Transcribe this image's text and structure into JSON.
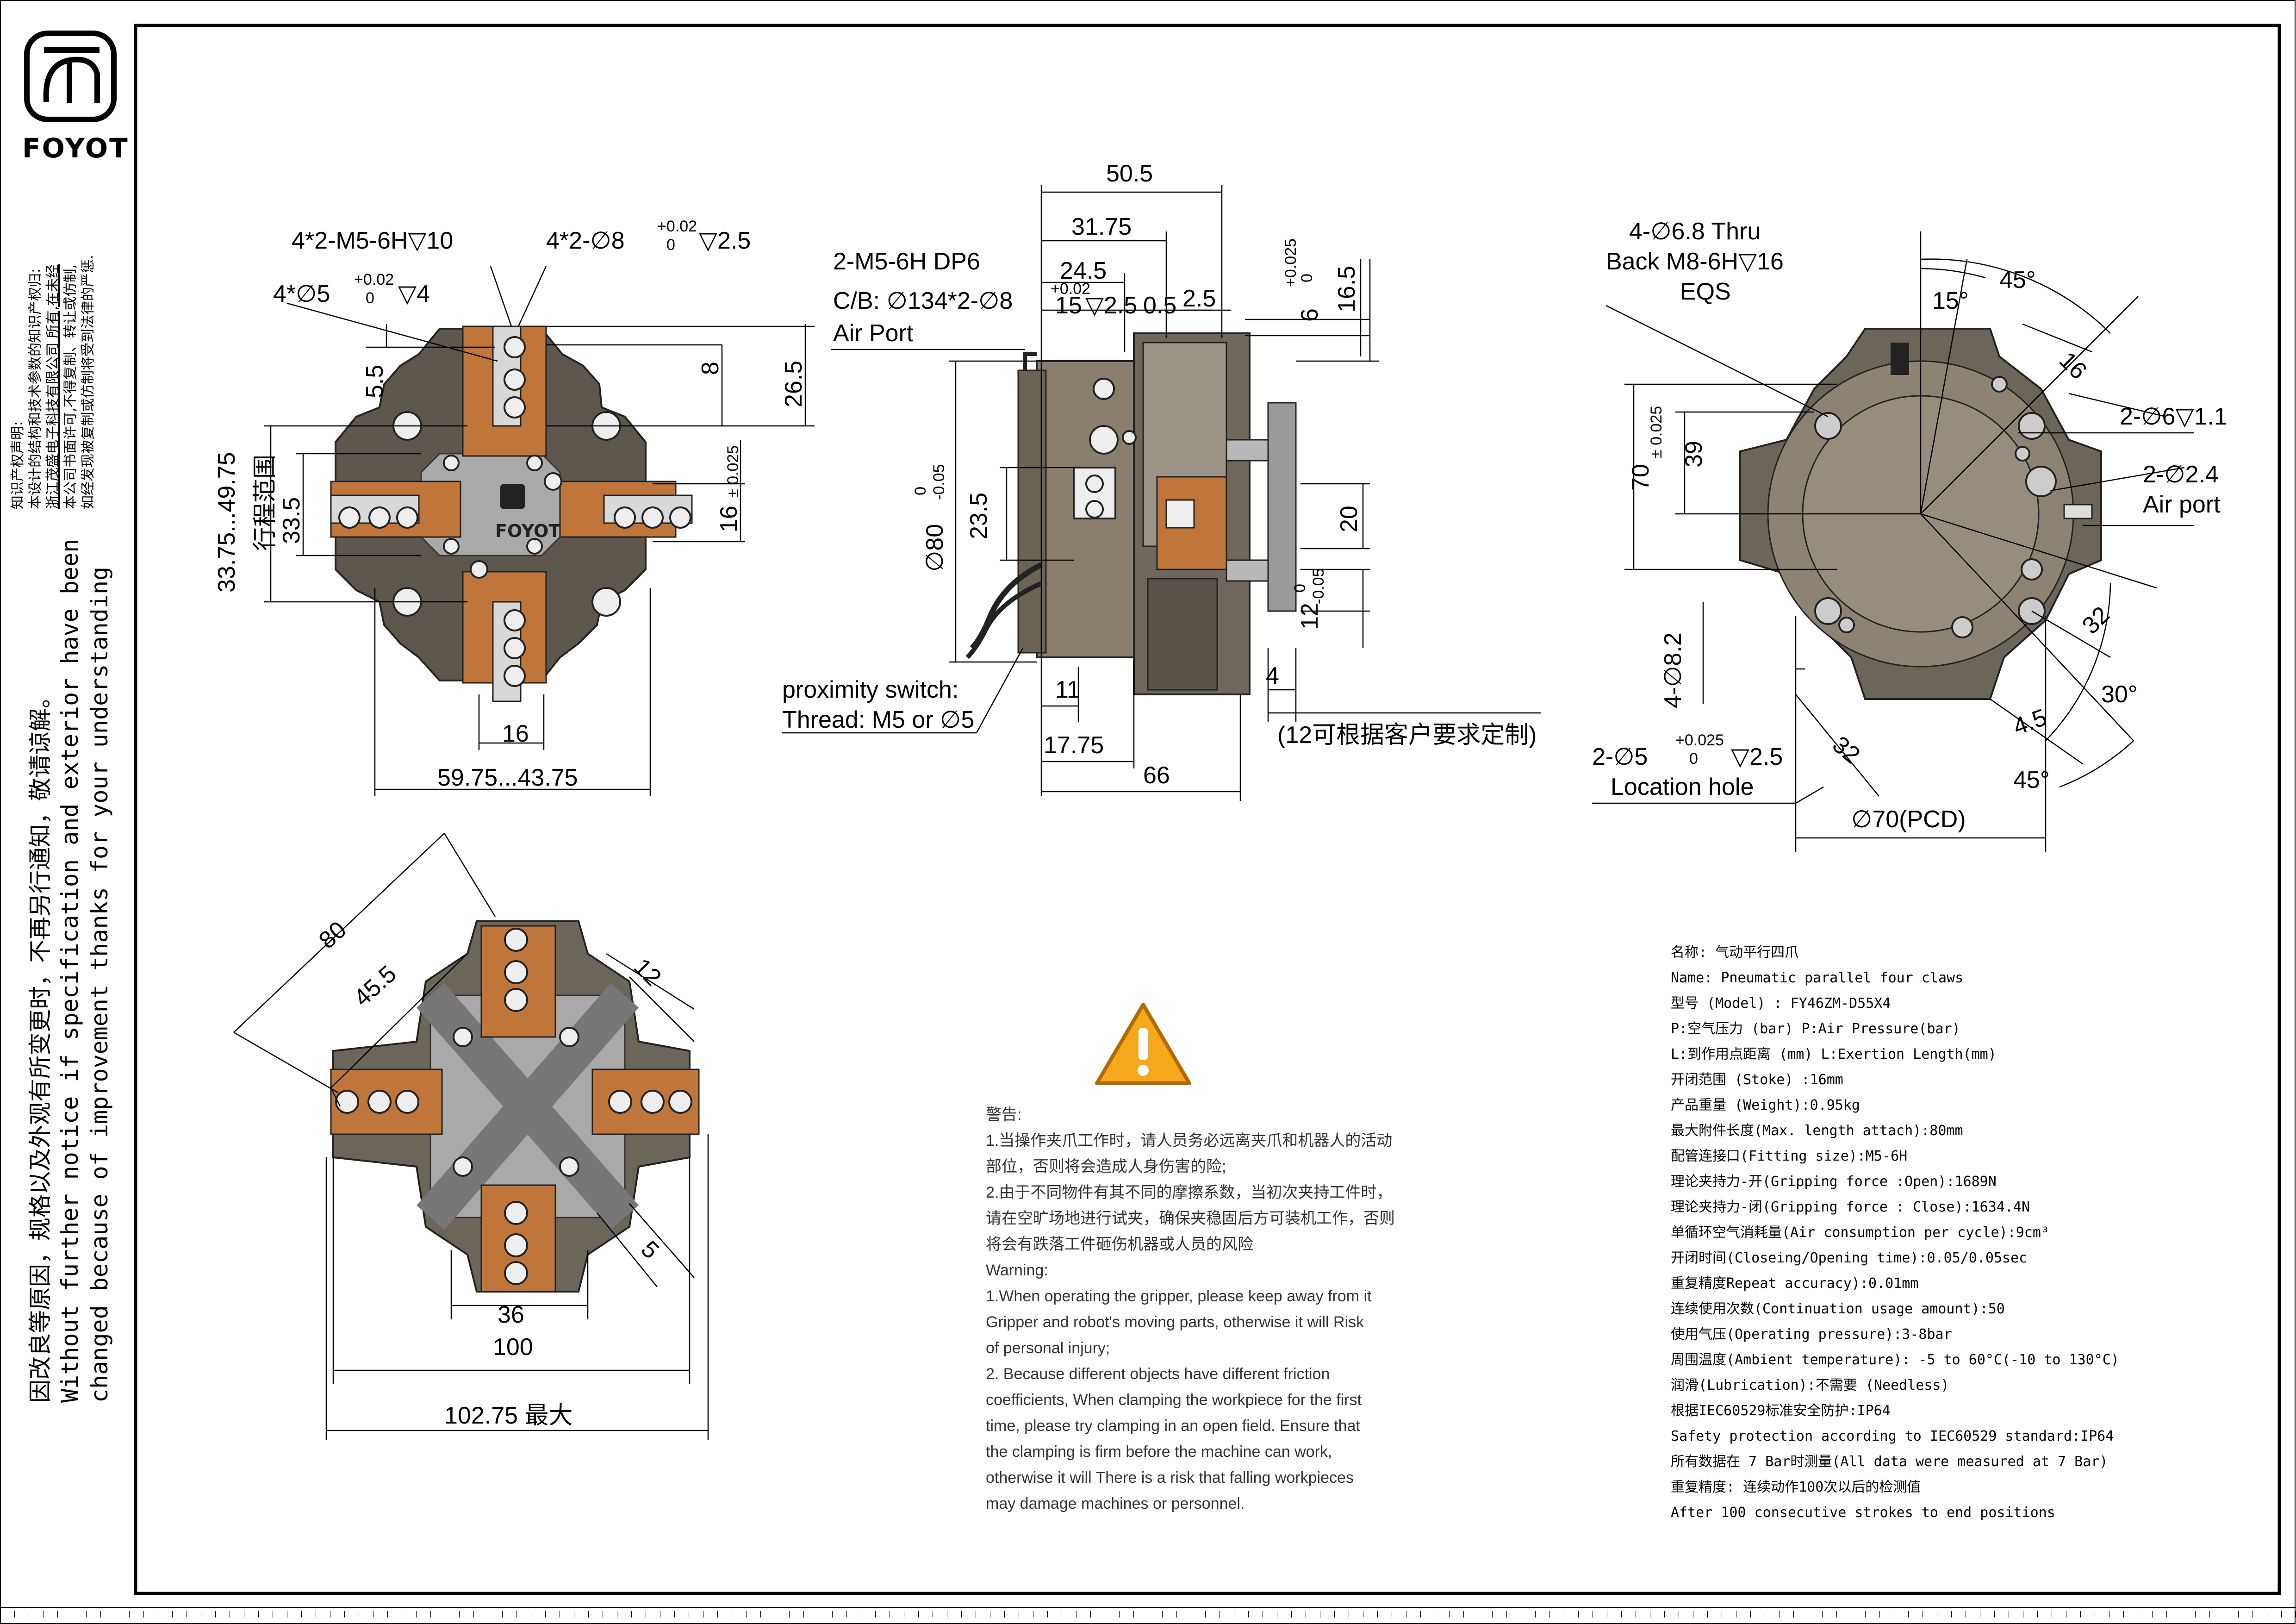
{
  "logo": {
    "brand": "FOYOT"
  },
  "side_notice": {
    "ip_statement": [
      "知识产权声明:",
      "本设计的结构和技术参数的知识产权归:",
      "浙江茂盛电子科技有限公司 所有,在未经",
      "本公司书面许可,不得复制、转让或仿制,",
      "如经发现被复制或仿制将受到法律的严惩."
    ],
    "zh": "因改良等原因，规格以及外观有所变更时，不再另行通知，敬请谅解。",
    "en_1": "Without further  notice if specification and exterior have been",
    "en_2": "changed because of improvement thanks for your understanding"
  },
  "top_view": {
    "labels": {
      "thread_spec": "4*2-M5-6H▽10",
      "pin_hole": "4*2-∅8",
      "pin_tol": "+0.02",
      "pin_tol_low": "0",
      "pin_depth": "▽2.5",
      "hole_5": "4*∅5",
      "hole_5_tol": "+0.02",
      "hole_5_tol_low": "0",
      "hole_5_depth": "▽4",
      "d_5_5": "5.5",
      "d_8": "8",
      "d_26_5": "26.5",
      "d_16_tol": "16",
      "d_16_tol_val": "± 0.025",
      "d_range": "33.75...49.75",
      "d_range_cn": "行程范围",
      "d_33_5": "33.5",
      "d_16": "16",
      "d_width": "59.75...43.75",
      "brand_mark": "FOYOT"
    }
  },
  "side_view": {
    "labels": {
      "d_50_5": "50.5",
      "d_31_75": "31.75",
      "d_24_5": "24.5",
      "d_15": "15",
      "d_15_tol": "+0.02",
      "d_15_tol_low": "0",
      "d_2_5_depth": "▽2.5",
      "d_0_5": "0.5",
      "d_2_5": "2.5",
      "d_6": "6",
      "d_6_tol": "+0.025",
      "d_6_tol_low": "0",
      "d_16_5": "16.5",
      "port_thread": "2-M5-6H DP6",
      "cb": "C/B:  ∅13",
      "cb_rest": "4*2-∅8",
      "air_port": "Air   Port",
      "d_80": "∅80",
      "d_80_tol_low": "-0.05",
      "d_80_tol_up": "0",
      "d_23_5": "23.5",
      "d_20": "20",
      "d_12": "12",
      "d_12_tol_low": "-0.05",
      "d_12_tol_up": "0",
      "d_4": "4",
      "d_11": "11",
      "d_17_75": "17.75",
      "d_66": "66",
      "prox_1": "proximity switch:",
      "prox_2": "Thread:  M5  or  ∅5",
      "custom": "(12可根据客户要求定制)"
    }
  },
  "back_view": {
    "labels": {
      "thru_1": "4-∅6.8  Thru",
      "thru_2": "Back  M8-6H▽16",
      "thru_3": "EQS",
      "a_45_top": "45°",
      "a_15": "15°",
      "d_16": "16",
      "d_70": "70",
      "d_70_tol": "± 0.025",
      "d_39": "39",
      "pin_6": "2-∅6▽1.1",
      "air_1": "2-∅2.4",
      "air_2": "Air  port",
      "d_8_2": "4-∅8.2",
      "d_32_r": "32",
      "a_30": "30°",
      "d_4_5": "4.5",
      "d_32_b": "32",
      "a_45_bot": "45°",
      "loc_1": "2-∅5",
      "loc_tol": "+0.025",
      "loc_tol_low": "0",
      "loc_depth": "▽2.5",
      "loc_2": "Location  hole",
      "pcd": "∅70(PCD)"
    }
  },
  "iso_view": {
    "labels": {
      "d_80": "80",
      "d_45_5": "45.5",
      "d_12": "12",
      "d_5": "5",
      "d_36": "36",
      "d_100": "100",
      "d_max": "102.75  最大"
    }
  },
  "warning": {
    "title_cn": "警告:",
    "cn_1": "1.当操作夹爪工作时，请人员务必远离夹爪和机器人的活动",
    "cn_2": "部位，否则将会造成人身伤害的险;",
    "cn_3": "2.由于不同物件有其不同的摩擦系数，当初次夹持工件时，",
    "cn_4": "请在空旷场地进行试夹，确保夹稳固后方可装机工作，否则",
    "cn_5": "将会有跌落工件砸伤机器或人员的风险",
    "title_en": "Warning:",
    "en_1": "1.When operating the gripper, please keep away from it",
    "en_2": "Gripper and robot's moving parts, otherwise it will Risk",
    "en_3": "of personal injury;",
    "en_4": "2. Because different objects have different friction",
    "en_5": "coefficients, When clamping the workpiece for the first",
    "en_6": "time, please try clamping in an open field. Ensure that",
    "en_7": "the clamping is firm before the machine can work,",
    "en_8": "otherwise it will There is a risk that falling workpieces",
    "en_9": "may damage machines or personnel."
  },
  "specs": [
    "名称: 气动平行四爪",
    "Name: Pneumatic parallel four claws",
    "型号 (Model) : FY46ZM-D55X4",
    "P:空气压力 (bar) P:Air Pressure(bar)",
    "L:到作用点距离 (mm) L:Exertion Length(mm)",
    "开闭范围 (Stoke) :16mm",
    "产品重量 (Weight):0.95kg",
    "最大附件长度(Max. length attach):80mm",
    "配管连接口(Fitting size):M5-6H",
    "理论夹持力-开(Gripping force :Open):1689N",
    "理论夹持力-闭(Gripping force : Close):1634.4N",
    "单循环空气消耗量(Air consumption per cycle):9cm³",
    "开闭时间(Closeing/Opening time):0.05/0.05sec",
    "重复精度Repeat accuracy):0.01mm",
    "连续使用次数(Continuation usage amount):50",
    "使用气压(Operating pressure):3-8bar",
    "周围温度(Ambient temperature): -5 to 60°C(-10 to 130°C)",
    "润滑(Lubrication):不需要 (Needless)",
    "根据IEC60529标准安全防护:IP64",
    "Safety protection according to IEC60529 standard:IP64",
    "所有数据在 7 Bar时测量(All data were measured at  7 Bar)",
    "重复精度: 连续动作100次以后的检测值",
    "After 100 consecutive strokes to end positions"
  ],
  "colors": {
    "frame": "#000000",
    "body_grey": "#5e574e",
    "claw_orange": "#c0763b",
    "plate_grey": "#a8a8a8",
    "warning_yellow": "#f4a81c"
  }
}
